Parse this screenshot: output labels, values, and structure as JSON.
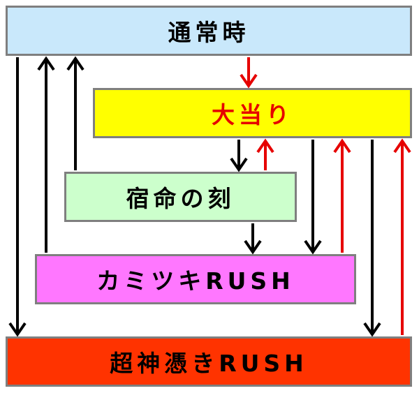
{
  "nodes": {
    "normal": {
      "label": "通常時",
      "fill": "#c9e8fb",
      "text_color": "#000000"
    },
    "jackpot": {
      "label": "大当り",
      "fill": "#ffff00",
      "text_color": "#e60000"
    },
    "fate": {
      "label": "宿命の刻",
      "fill": "#ccffcc",
      "text_color": "#000000"
    },
    "kamitsuki": {
      "label": "カミツキRUSH",
      "fill": "#ff77ff",
      "text_color": "#000000"
    },
    "chojin": {
      "label": "超神憑きRUSH",
      "fill": "#ff3300",
      "text_color": "#000000"
    }
  },
  "arrow_colors": {
    "black": "#000000",
    "red": "#e60000"
  },
  "edges": [
    {
      "from": "normal",
      "to": "jackpot",
      "color": "red"
    },
    {
      "from": "normal",
      "to": "chojin",
      "color": "black"
    },
    {
      "from": "kamitsuki",
      "to": "normal",
      "color": "black"
    },
    {
      "from": "fate",
      "to": "normal",
      "color": "black"
    },
    {
      "from": "jackpot",
      "to": "fate",
      "color": "black"
    },
    {
      "from": "fate",
      "to": "jackpot",
      "color": "red"
    },
    {
      "from": "jackpot",
      "to": "kamitsuki",
      "color": "black"
    },
    {
      "from": "kamitsuki",
      "to": "jackpot",
      "color": "red"
    },
    {
      "from": "jackpot",
      "to": "chojin",
      "color": "black"
    },
    {
      "from": "chojin",
      "to": "jackpot",
      "color": "red"
    },
    {
      "from": "fate",
      "to": "kamitsuki",
      "color": "black"
    }
  ]
}
